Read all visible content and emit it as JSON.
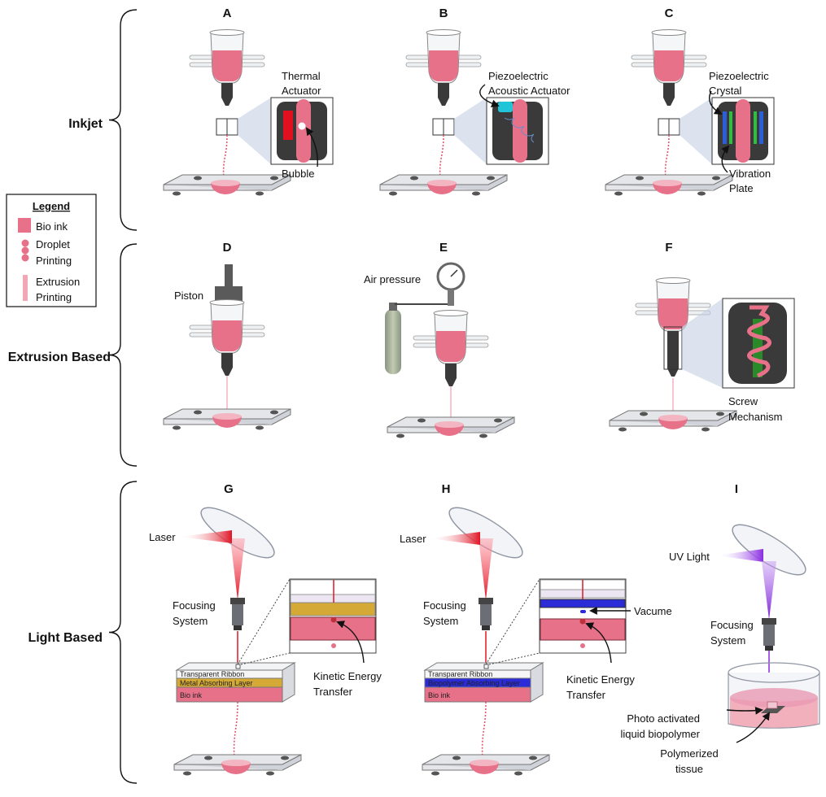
{
  "groups": {
    "inkjet": "Inkjet",
    "extrusion": "Extrusion Based",
    "light": "Light Based"
  },
  "panels": {
    "a": "A",
    "b": "B",
    "c": "C",
    "d": "D",
    "e": "E",
    "f": "F",
    "g": "G",
    "h": "H",
    "i": "I"
  },
  "legend": {
    "title": "Legend",
    "bio_ink": "Bio ink",
    "droplet_1": "Droplet",
    "droplet_2": "Printing",
    "extrusion_1": "Extrusion",
    "extrusion_2": "Printing"
  },
  "labels": {
    "thermal_1": "Thermal",
    "thermal_2": "Actuator",
    "bubble": "Bubble",
    "piezo_acoustic_1": "Piezoelectric",
    "piezo_acoustic_2": "Acoustic Actuator",
    "piezo_crystal_1": "Piezoelectric",
    "piezo_crystal_2": "Crystal",
    "vibration_1": "Vibration",
    "vibration_2": "Plate",
    "piston": "Piston",
    "air_pressure": "Air pressure",
    "screw_1": "Screw",
    "screw_2": "Mechanism",
    "laser_g": "Laser",
    "laser_h": "Laser",
    "uv_light": "UV Light",
    "focusing_g_1": "Focusing",
    "focusing_g_2": "System",
    "focusing_h_1": "Focusing",
    "focusing_h_2": "System",
    "focusing_i_1": "Focusing",
    "focusing_i_2": "System",
    "ribbon_g": "Transparent Ribbon",
    "metal_layer": "Metal Absorbing Layer",
    "bioink_g": "Bio ink",
    "ribbon_h": "Transparent Ribbon",
    "biopolymer_layer": "Biopolymer Absorbing Layer",
    "bioink_h": "Bio ink",
    "kinetic_g_1": "Kinetic Energy",
    "kinetic_g_2": "Transfer",
    "kinetic_h_1": "Kinetic Energy",
    "kinetic_h_2": "Transfer",
    "vacume": "Vacume",
    "photo_1": "Photo activated",
    "photo_2": "liquid biopolymer",
    "tissue_1": "Polymerized",
    "tissue_2": "tissue"
  },
  "colors": {
    "bio_ink": "#e8718a",
    "bio_ink_light": "#f2a7b5",
    "thermal_actuator": "#e01020",
    "acoustic_actuator": "#22c4d8",
    "crystal_blue": "#2a5fd8",
    "crystal_green": "#33bb44",
    "screw_green": "#2a8a2a",
    "metal_layer": "#d4a935",
    "biopolymer_layer": "#2b2bd8",
    "laser": "#e01525",
    "uv": "#8a2be2",
    "nozzle": "#3a3a3a",
    "gas_cylinder": "#a7b09a"
  }
}
